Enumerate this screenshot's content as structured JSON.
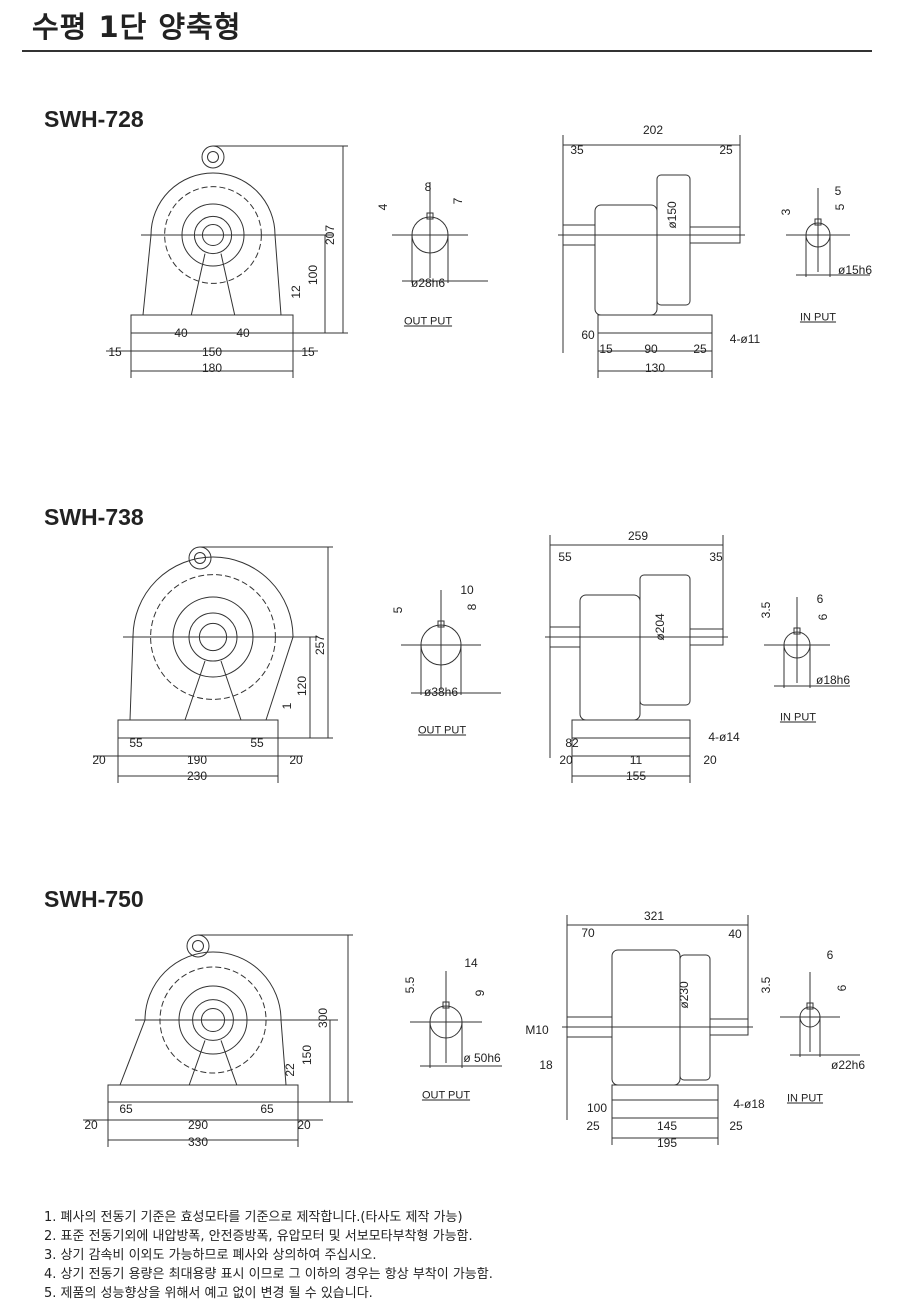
{
  "page": {
    "title": "수평 1단 양축형"
  },
  "models": [
    {
      "name": "SWH-728",
      "labels": [
        "207",
        "100",
        "12",
        "40",
        "40",
        "15",
        "150",
        "15",
        "180",
        "8",
        "4",
        "7",
        "ø28h6",
        "OUT PUT",
        "202",
        "35",
        "25",
        "ø150",
        "60",
        "15",
        "90",
        "25",
        "4-ø11",
        "130",
        "5",
        "3",
        "5",
        "ø15h6",
        "IN PUT"
      ]
    },
    {
      "name": "SWH-738",
      "labels": [
        "257",
        "120",
        "1",
        "55",
        "55",
        "20",
        "190",
        "20",
        "230",
        "10",
        "5",
        "8",
        "ø38h6",
        "OUT PUT",
        "259",
        "55",
        "35",
        "ø204",
        "82",
        "20",
        "11",
        "20",
        "4-ø14",
        "155",
        "6",
        "3.5",
        "6",
        "ø18h6",
        "IN PUT"
      ]
    },
    {
      "name": "SWH-750",
      "labels": [
        "300",
        "150",
        "22",
        "65",
        "65",
        "20",
        "290",
        "20",
        "330",
        "14",
        "5.5",
        "9",
        "ø 50h6",
        "OUT PUT",
        "321",
        "70",
        "40",
        "ø230",
        "100",
        "25",
        "145",
        "25",
        "4-ø18",
        "195",
        "6",
        "3.5",
        "6",
        "ø22h6",
        "IN PUT",
        "M10",
        "18"
      ]
    }
  ],
  "notes": [
    "1. 폐사의 전동기 기준은 효성모타를 기준으로 제작합니다.(타사도 제작 가능)",
    "2. 표준 전동기외에 내압방폭, 안전증방폭, 유압모터 및 서보모타부착형 가능함.",
    "3. 상기 감속비 이외도 가능하므로 폐사와 상의하여 주십시오.",
    "4. 상기 전동기 용량은 최대용량 표시 이므로 그 이하의 경우는 항상 부착이 가능함.",
    "5. 제품의 성능향상을 위해서 예고 없이 변경 될 수 있습니다."
  ]
}
